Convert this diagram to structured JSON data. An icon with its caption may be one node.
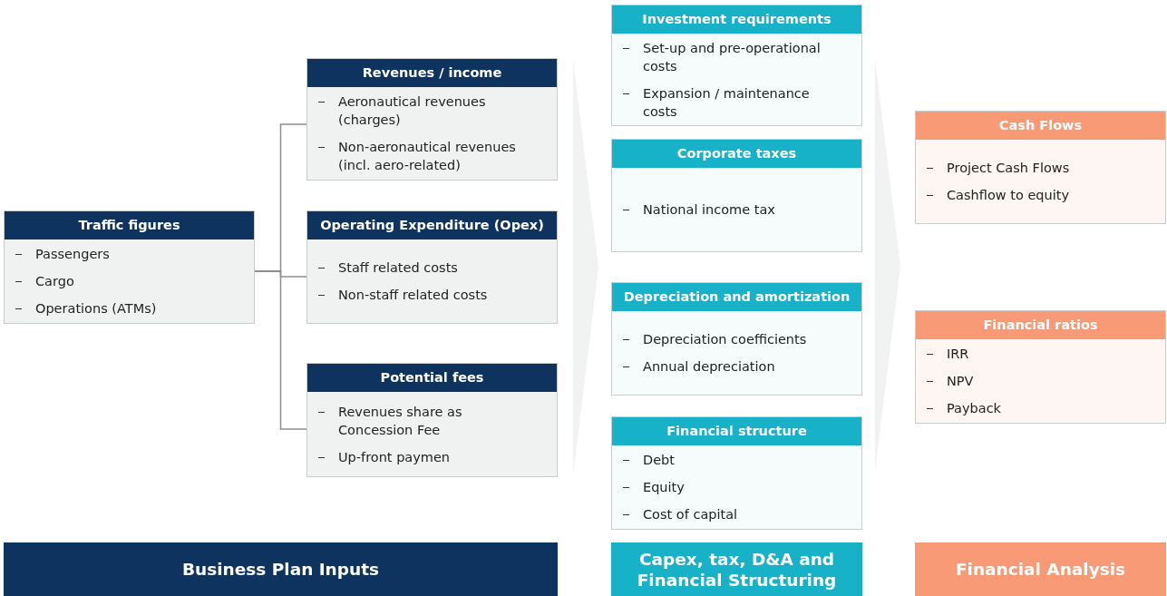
{
  "diagram": {
    "nodes": [
      {
        "text": [
          "Traffic figures",
          "Passengers",
          "Cargo",
          "Operations (ATMs)"
        ]
      },
      {
        "text": [
          "Revenues / income",
          "Aeronautical revenues (charges)",
          "Non-aeronautical revenues (incl. aero-related)"
        ]
      },
      {
        "text": [
          "Operating Expenditure (Opex)",
          "Staff related costs",
          "Non-staff related costs"
        ]
      },
      {
        "text": [
          "Potential fees",
          "Revenues share as Concession Fee",
          "Up-front paymen"
        ]
      },
      {
        "text": [
          "Investment requirements",
          "Set-up and pre-operational costs",
          "Expansion / maintenance costs"
        ]
      },
      {
        "text": [
          "Corporate taxes",
          "National income tax"
        ]
      },
      {
        "text": [
          "Depreciation and amortization",
          "Depreciation coefficients",
          "Annual depreciation"
        ]
      },
      {
        "text": [
          "Financial structure",
          "Debt",
          "Equity",
          "Cost of capital"
        ]
      },
      {
        "text": [
          "Cash Flows",
          "Project Cash Flows",
          "Cashflow to equity"
        ]
      },
      {
        "text": [
          "Financial ratios",
          "IRR",
          "NPV",
          "Payback"
        ]
      },
      {
        "text": [
          "Business Plan Inputs"
        ]
      },
      {
        "text": [
          "Capex, tax, D&A and Financial Structuring"
        ]
      },
      {
        "text": [
          "Financial Analysis"
        ]
      }
    ],
    "edges": [
      {
        "from": 0,
        "to": 1,
        "arrow": "none"
      },
      {
        "from": 0,
        "to": 2,
        "arrow": "none"
      },
      {
        "from": 0,
        "to": 3,
        "arrow": "none"
      }
    ]
  }
}
